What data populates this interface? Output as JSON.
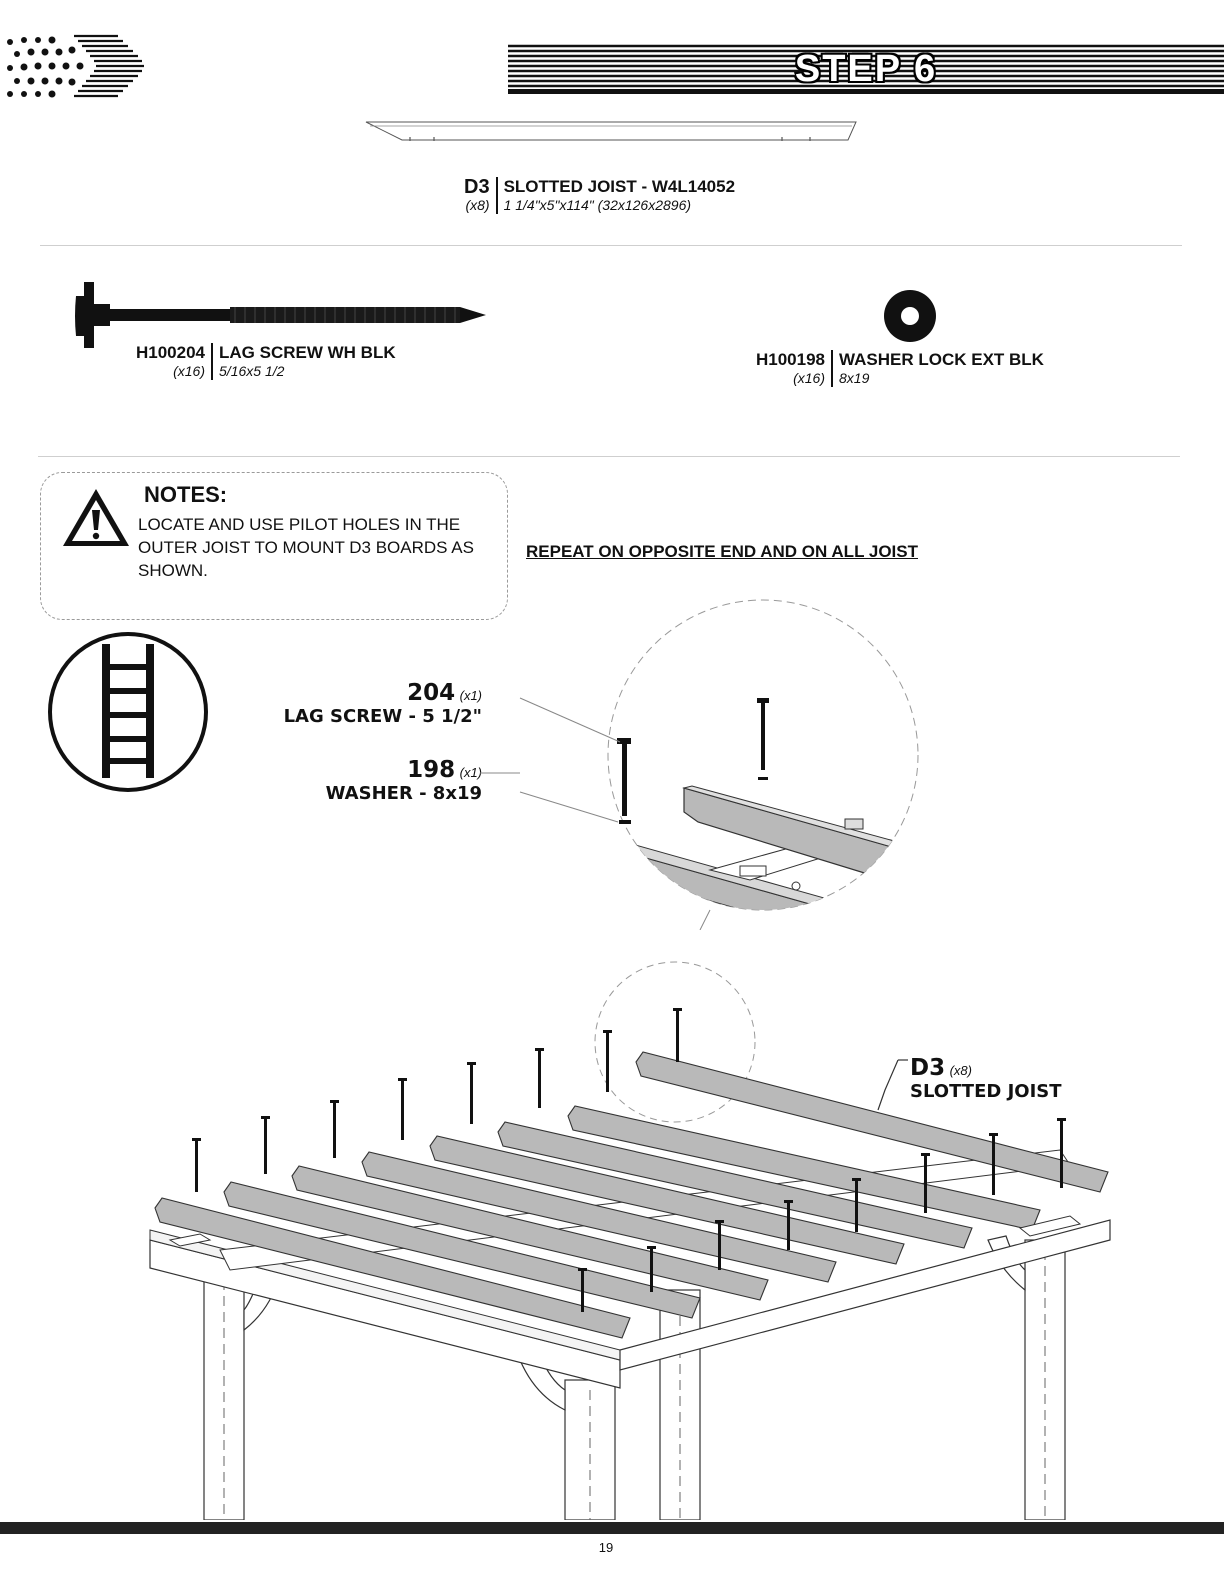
{
  "header": {
    "step_title": "STEP 6"
  },
  "parts": {
    "board": {
      "code": "D3",
      "qty": "(x8)",
      "name": "SLOTTED JOIST - W4L14052",
      "dimensions": "1 1/4\"x5\"x114\" (32x126x2896)"
    },
    "lag_screw": {
      "code": "H100204",
      "qty": "(x16)",
      "name": "LAG SCREW WH BLK",
      "dimensions": "5/16x5 1/2"
    },
    "washer": {
      "code": "H100198",
      "qty": "(x16)",
      "name": "WASHER LOCK EXT BLK",
      "dimensions": "8x19"
    }
  },
  "notes": {
    "title": "NOTES:",
    "text": "LOCATE AND USE PILOT HOLES IN THE OUTER JOIST TO MOUNT D3 BOARDS AS SHOWN."
  },
  "instruction": "REPEAT ON OPPOSITE END AND ON ALL JOIST",
  "callouts": {
    "screw": {
      "num": "204",
      "qty": "(x1)",
      "name": "LAG SCREW - 5 1/2\""
    },
    "washer": {
      "num": "198",
      "qty": "(x1)",
      "name": "WASHER - 8x19"
    },
    "joist": {
      "num": "D3",
      "qty": "(x8)",
      "name": "SLOTTED JOIST"
    }
  },
  "footer": {
    "page_number": "19"
  },
  "colors": {
    "board_gray": "#b9b9b9",
    "ink": "#111111"
  }
}
